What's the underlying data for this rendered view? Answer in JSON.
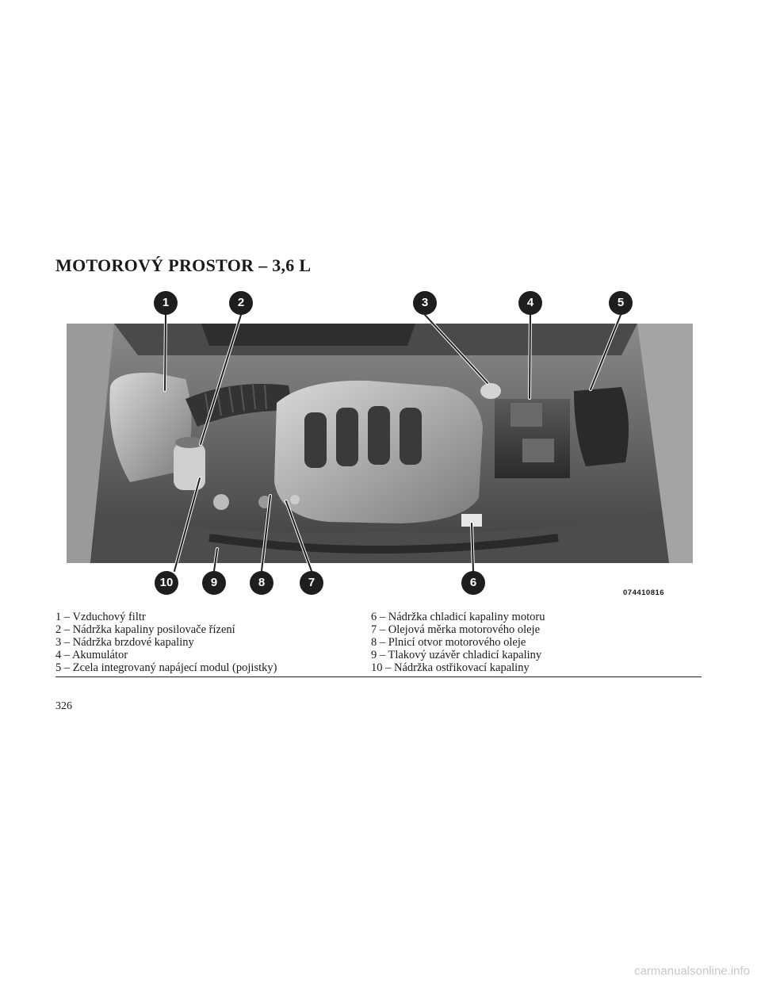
{
  "title": "MOTOROVÝ PROSTOR – 3,6 L",
  "figure": {
    "code": "074410816",
    "callouts_top": [
      "1",
      "2",
      "3",
      "4",
      "5"
    ],
    "callouts_bottom": [
      "10",
      "9",
      "8",
      "7",
      "6"
    ]
  },
  "legend": {
    "left": [
      "1 – Vzduchový filtr",
      "2 – Nádržka kapaliny posilovače řízení",
      "3 – Nádržka brzdové kapaliny",
      "4 – Akumulátor",
      "5 – Zcela integrovaný napájecí modul (pojistky)"
    ],
    "right": [
      "6 – Nádržka chladicí kapaliny motoru",
      "7 – Olejová měrka motorového oleje",
      "8 – Plnicí otvor motorového oleje",
      "9 – Tlakový uzávěr chladicí kapaliny",
      "10 – Nádržka ostřikovací kapaliny"
    ]
  },
  "page_number": "326",
  "watermark": "carmanualsonline.info"
}
